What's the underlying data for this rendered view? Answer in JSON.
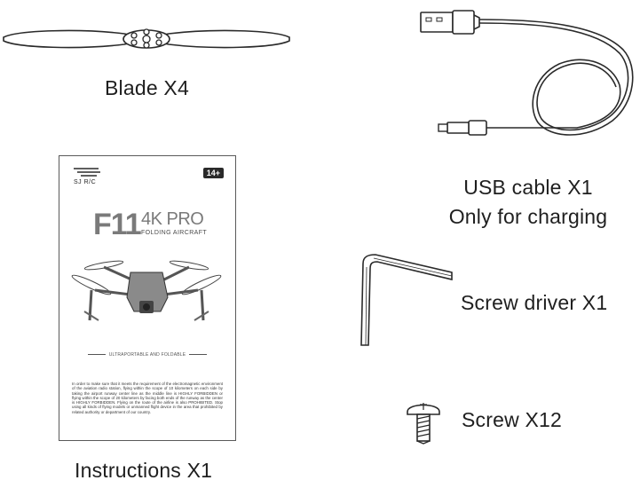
{
  "items": {
    "blade": {
      "label": "Blade X4"
    },
    "usb_cable": {
      "label_line1": "USB cable X1",
      "label_line2": "Only for charging"
    },
    "manual": {
      "label": "Instructions X1",
      "brand_text": "SJ R/C",
      "age_badge": "14+",
      "model": "F11",
      "model_sub": "4K PRO",
      "subtitle": "FOLDING AIRCRAFT",
      "tagline": "ULTRAPORTABLE AND FOLDABLE",
      "notice": "In order to make sure that it meets the requirement of the electromagnetic environment of the aviation radio station, flying within the scope of 10 kilometers on each side by taking the airport runway center line as the middle line is HIGHLY FORBIDDEN or flying within the scope of 20 kilometers by facing both ends of the runway as the center is HIGHLY FORBIDDEN. Flying on the route of the airline is also PROHIBITED. Stop using all kinds of flying models or unmanned flight device in the area that prohibited by related authority or department of our country."
    },
    "screwdriver": {
      "label": "Screw driver X1"
    },
    "screw": {
      "label": "Screw X12"
    }
  },
  "icons": [
    "propeller-blade-icon",
    "usb-cable-icon",
    "drone-icon",
    "hex-key-icon",
    "screw-icon"
  ]
}
